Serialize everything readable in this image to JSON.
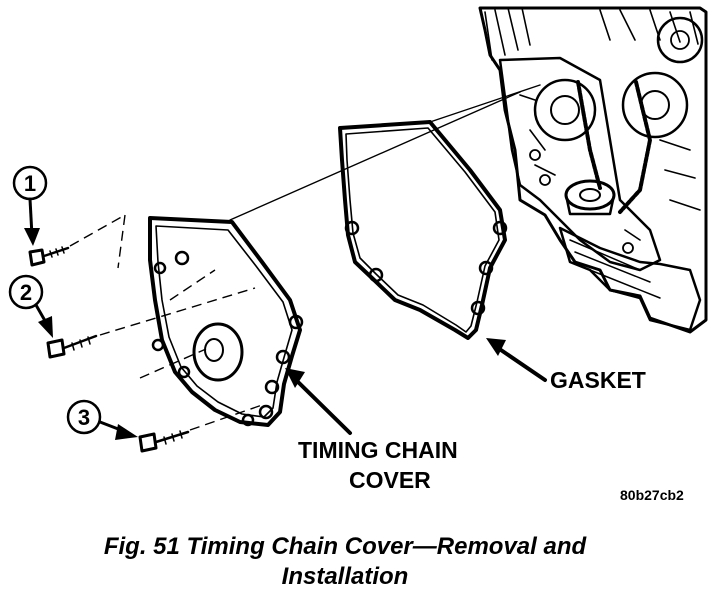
{
  "callouts": [
    "1",
    "2",
    "3"
  ],
  "labels": {
    "gasket": "GASKET",
    "cover_line1": "TIMING CHAIN",
    "cover_line2": "COVER"
  },
  "figure_code": "80b27cb2",
  "caption": {
    "line1": "Fig. 51 Timing Chain Cover—Removal and",
    "line2": "Installation"
  },
  "colors": {
    "ink": "#000000",
    "background": "#ffffff"
  }
}
